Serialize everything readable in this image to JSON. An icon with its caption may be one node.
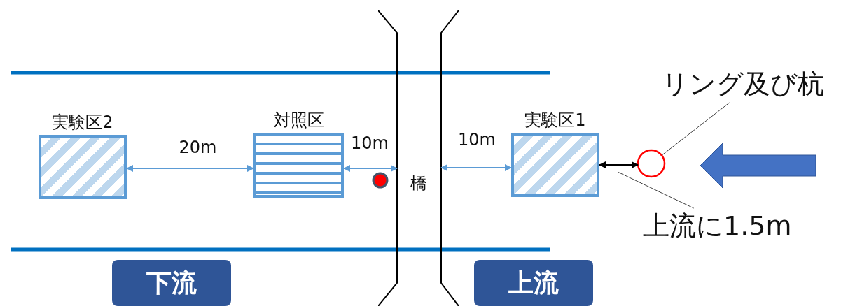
{
  "diagram": {
    "nodes": [
      {
        "text": [
          "実験区2"
        ]
      },
      {
        "text": [
          "対照区"
        ]
      },
      {
        "text": [],
        "shape": "circle"
      },
      {
        "text": [
          "橋"
        ]
      },
      {
        "text": [
          "実験区1"
        ]
      },
      {
        "text": [],
        "shape": "circle"
      },
      {
        "text": [
          "リング及び杭"
        ]
      },
      {
        "text": [
          "上流に1.5m"
        ]
      },
      {
        "text": [
          "下流"
        ]
      },
      {
        "text": [
          "上流"
        ]
      }
    ],
    "edges": [
      {
        "from": 0,
        "to": 1,
        "arrow": "both",
        "label": "20m",
        "color": "#5b9bd5"
      },
      {
        "from": 1,
        "to": 3,
        "arrow": "both",
        "label": "10m",
        "color": "#5b9bd5"
      },
      {
        "from": 3,
        "to": 4,
        "arrow": "both",
        "label": "10m",
        "color": "#5b9bd5"
      },
      {
        "from": 4,
        "to": 5,
        "arrow": "both",
        "color": "#000000"
      },
      {
        "from": 6,
        "to": 5,
        "arrow": "none",
        "color": "#404040"
      },
      {
        "from": 7,
        "to": null,
        "arrow": "none",
        "color": "#404040"
      }
    ]
  }
}
